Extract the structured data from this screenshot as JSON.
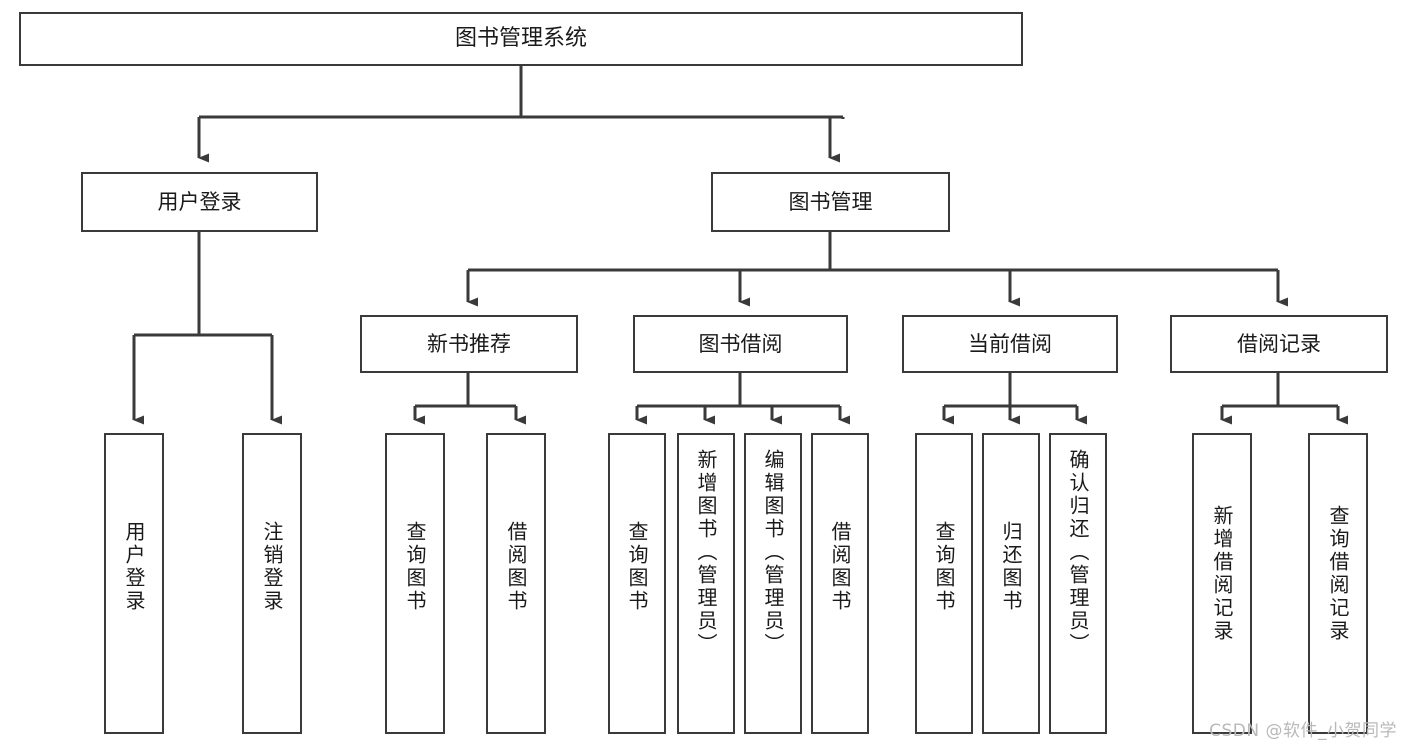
{
  "diagram": {
    "title": "图书管理系统",
    "type": "tree-hierarchy",
    "stroke_color": "#3a3a3a",
    "fill_color": "#ffffff",
    "text_color": "#1a1a1a"
  },
  "nodes": {
    "root": {
      "label": "图书管理系统"
    },
    "level2": [
      {
        "key": "user_login",
        "label": "用户登录"
      },
      {
        "key": "book_manage",
        "label": "图书管理"
      }
    ],
    "level3": [
      {
        "key": "new_book_rec",
        "label": "新书推荐"
      },
      {
        "key": "book_borrow",
        "label": "图书借阅"
      },
      {
        "key": "current_borrow",
        "label": "当前借阅"
      },
      {
        "key": "borrow_record",
        "label": "借阅记录"
      }
    ],
    "leaves": {
      "user_login": [
        {
          "key": "leaf_user_login",
          "label": "用户登录"
        },
        {
          "key": "leaf_user_logout",
          "label": "注销登录"
        }
      ],
      "new_book_rec": [
        {
          "key": "leaf_query_book_1",
          "label": "查询图书"
        },
        {
          "key": "leaf_borrow_book_1",
          "label": "借阅图书"
        }
      ],
      "book_borrow": [
        {
          "key": "leaf_query_book_2",
          "label": "查询图书"
        },
        {
          "key": "leaf_add_book",
          "label": "新增图书（管理员）"
        },
        {
          "key": "leaf_edit_book",
          "label": "编辑图书（管理员）"
        },
        {
          "key": "leaf_borrow_book_2",
          "label": "借阅图书"
        }
      ],
      "current_borrow": [
        {
          "key": "leaf_query_book_3",
          "label": "查询图书"
        },
        {
          "key": "leaf_return_book",
          "label": "归还图书"
        },
        {
          "key": "leaf_confirm_return",
          "label": "确认归还（管理员）"
        }
      ],
      "borrow_record": [
        {
          "key": "leaf_add_record",
          "label": "新增借阅记录"
        },
        {
          "key": "leaf_query_record",
          "label": "查询借阅记录"
        }
      ]
    }
  },
  "watermark": {
    "text": "CSDN @软件_小贺同学"
  }
}
